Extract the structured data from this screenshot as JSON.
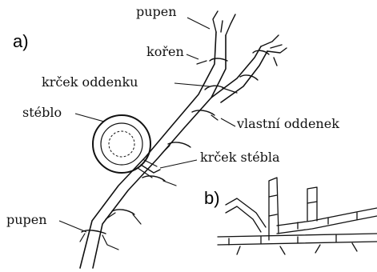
{
  "figure": {
    "panel_a": {
      "letter": "a)",
      "labels": {
        "pupen_top": "pupen",
        "koren": "kořen",
        "krcek_oddenku": "krček oddenku",
        "steblo": "stéblo",
        "vlastni_oddenek": "vlastní oddenek",
        "krcek_stebla": "krček stébla",
        "pupen_bottom": "pupen"
      }
    },
    "panel_b": {
      "letter": "b)"
    },
    "colors": {
      "ink": "#111111",
      "background": "#ffffff"
    }
  }
}
